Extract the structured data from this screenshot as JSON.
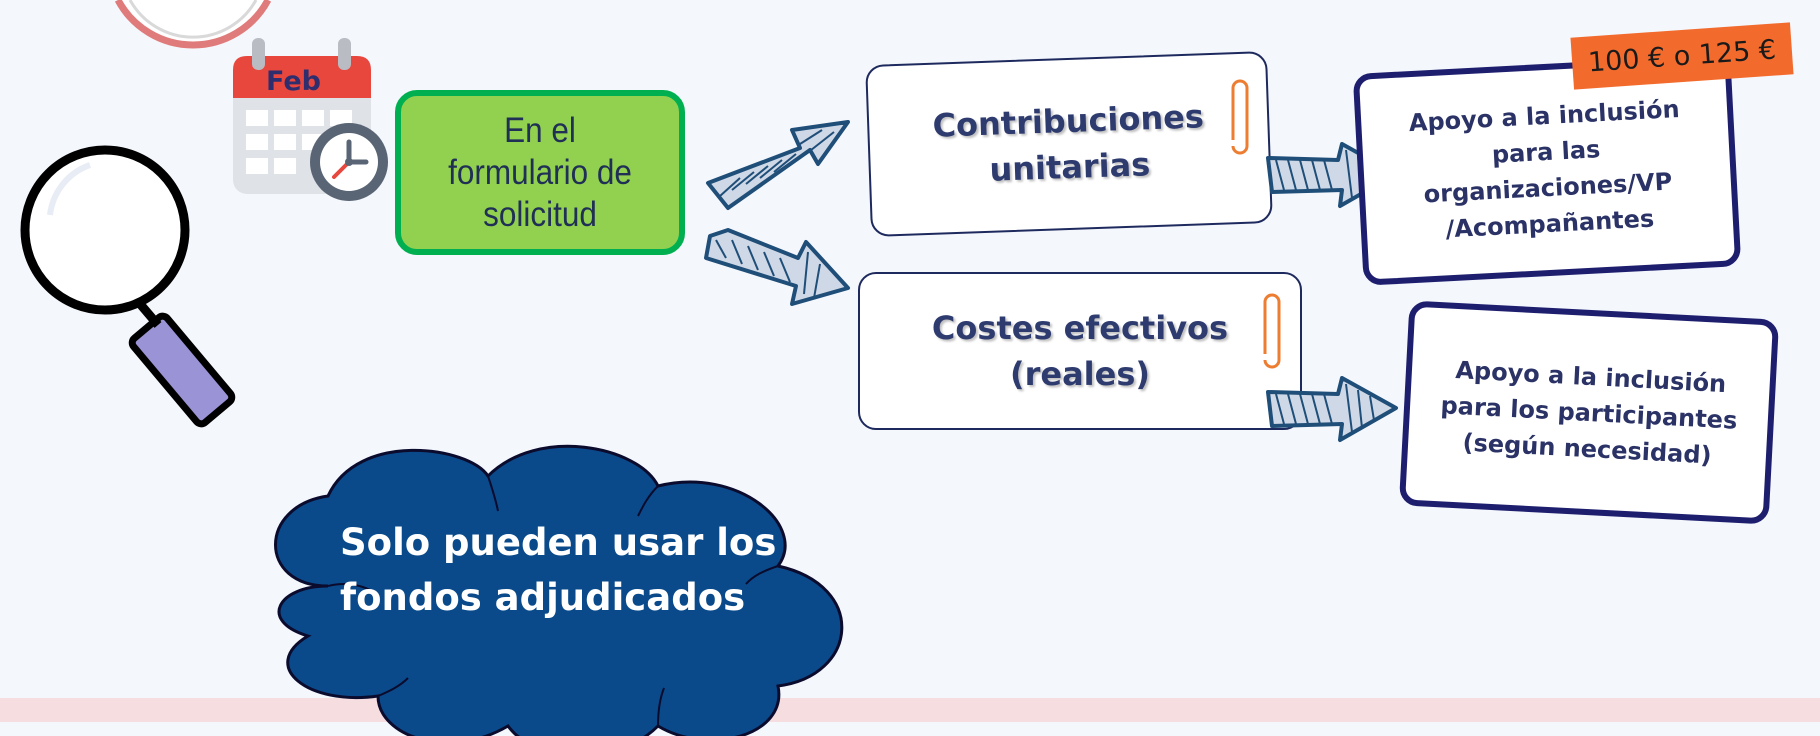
{
  "calendar": {
    "month": "Feb"
  },
  "application_form": {
    "label": "En el formulario de solicitud"
  },
  "funding": {
    "unit_contributions": {
      "label": "Contribuciones unitarias"
    },
    "real_costs": {
      "label": "Costes efectivos (reales)"
    }
  },
  "support": {
    "organizations": {
      "label": "Apoyo a la inclusión para las organizaciones/VP /Acompañantes"
    },
    "participants": {
      "label": "Apoyo a la inclusión para los participantes (según necesidad)"
    }
  },
  "price_tag": {
    "label": "100 € o 125 €",
    "color": "#f26b2d"
  },
  "cloud": {
    "label": "Solo pueden usar los fondos adjudicados",
    "color": "#0a4a8a"
  },
  "icons": [
    "magnifier-icon",
    "calendar-icon",
    "clock-icon",
    "paperclip-icon",
    "arrow-icon"
  ],
  "colors": {
    "navy": "#1e1e6e",
    "green": "#92d050",
    "green_border": "#00b050",
    "arrow": "#1f4e79"
  }
}
